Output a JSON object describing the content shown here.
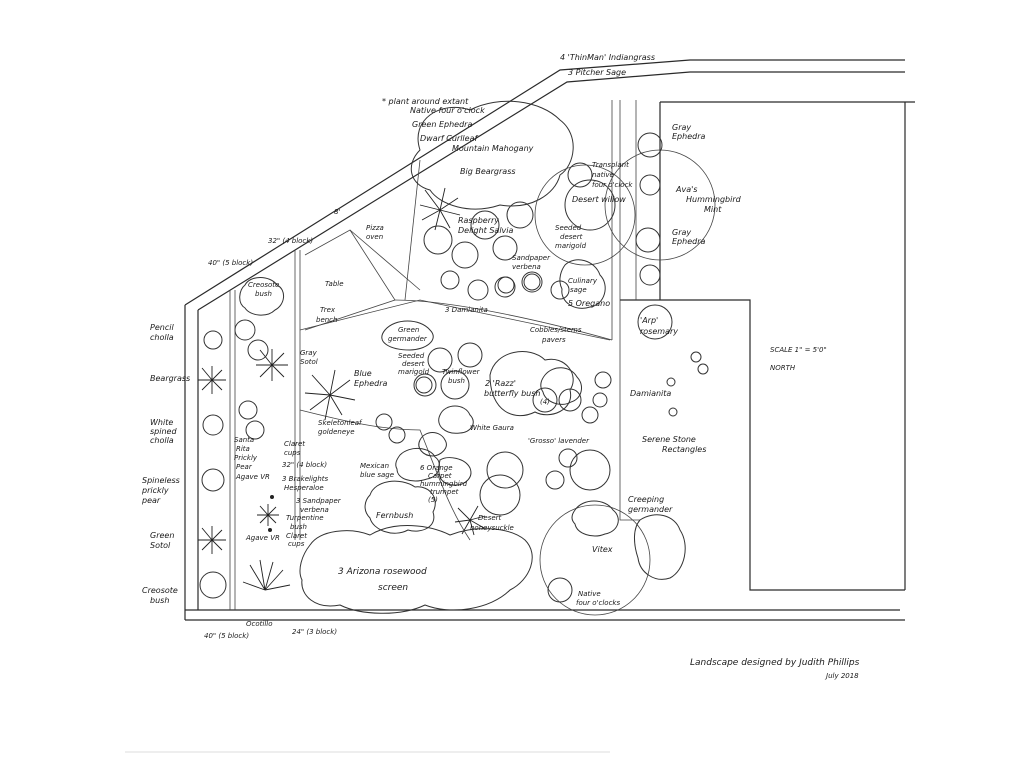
{
  "labels": {
    "thinman": "4 'ThinMan' Indiangrass",
    "pitcher": "3 Pitcher Sage",
    "plant_around": "* plant around extant",
    "native_four": "Native four o'clock",
    "green_ephedra": "Green Ephedra",
    "dwarf_curlleaf": "Dwarf Curlleaf",
    "mountain_mahogany": "Mountain Mahogany",
    "big_beargrass": "Big Beargrass",
    "transplant": "Transplant",
    "native_four_2": "native",
    "native_four_3": "four o'clock",
    "desert_willow": "Desert willow",
    "raspberry": "Raspberry",
    "delight_salvia": "Delight Salvia",
    "seeded_marigold_1": "Seeded",
    "seeded_marigold_2": "desert",
    "seeded_marigold_3": "marigold",
    "sandpaper_verbena_1": "Sandpaper",
    "sandpaper_verbena_2": "verbena",
    "culinary_sage_1": "Culinary",
    "culinary_sage_2": "sage",
    "oregano": "5 Oregano",
    "gray_ephedra_1": "Gray",
    "gray_ephedra_2": "Ephedra",
    "avas_1": "Ava's",
    "avas_2": "Hummingbird",
    "avas_3": "Mint",
    "gray_ephedra_3": "Gray",
    "gray_ephedra_4": "Ephedra",
    "pizza_oven_1": "Pizza",
    "pizza_oven_2": "oven",
    "dim_8": "8'",
    "dim_32": "32\" (4 block)",
    "dim_40_top": "40\" (5 block)",
    "creosote_1": "Creosote",
    "creosote_2": "bush",
    "table": "Table",
    "trex_1": "Trex",
    "trex_2": "bench",
    "damianita_top": "3 Damianita",
    "cobbles": "Cobbles/stems",
    "pavers": "pavers",
    "arp_1": "'Arp'",
    "arp_2": "rosemary",
    "green_germander_1": "Green",
    "green_germander_2": "germander",
    "pencil_1": "Pencil",
    "pencil_2": "cholla",
    "gray_sotol_1": "Gray",
    "gray_sotol_2": "Sotol",
    "seeded_desert_1": "Seeded",
    "seeded_desert_2": "desert",
    "seeded_desert_3": "marigold",
    "twinflower_1": "Twinflower",
    "twinflower_2": "bush",
    "razz_1": "2 'Razz'",
    "razz_2": "butterfly bush",
    "beargrass": "Beargrass",
    "blue_ephedra_1": "Blue",
    "blue_ephedra_2": "Ephedra",
    "damianita": "Damianita",
    "scale": "SCALE   1\" = 5'0\"",
    "north": "NORTH",
    "white_spined_1": "White",
    "white_spined_2": "spined",
    "white_spined_3": "cholla",
    "skeleton_1": "Skeletonleaf",
    "skeleton_2": "goldeneye",
    "white_gaura": "White Gaura",
    "santa_rita_1": "Santa",
    "santa_rita_2": "Rita",
    "santa_rita_3": "Prickly",
    "santa_rita_4": "Pear",
    "claret_1": "Claret",
    "claret_2": "cups",
    "grosso": "'Grosso' lavender",
    "serene_1": "Serene Stone",
    "serene_2": "Rectangles",
    "agave_vr": "Agave VR",
    "dim_32_mid": "32\" (4 block)",
    "brakelights_1": "3 Brakelights",
    "brakelights_2": "Hesperaloe",
    "mexican_1": "Mexican",
    "mexican_2": "blue sage",
    "orange_1": "6 Orange",
    "orange_2": "Carpet",
    "orange_3": "hummingbird",
    "orange_4": "trumpet",
    "orange_5": "(5)",
    "spineless_1": "Spineless",
    "spineless_2": "prickly",
    "spineless_3": "pear",
    "sandpaper_bottom_1": "3 Sandpaper",
    "sandpaper_bottom_2": "verbena",
    "fernbush": "Fernbush",
    "turpentine_1": "Turpentine",
    "turpentine_2": "bush",
    "claret_3": "Claret",
    "claret_4": "cups",
    "creeping_1": "Creeping",
    "creeping_2": "germander",
    "desert_honey_1": "Desert",
    "desert_honey_2": "honeysuckle",
    "green_sotol_1": "Green",
    "green_sotol_2": "Sotol",
    "agave_vr_2": "Agave VR",
    "vitex": "Vitex",
    "arizona_1": "3 Arizona rosewood",
    "arizona_2": "screen",
    "native_four_bottom_1": "Native",
    "native_four_bottom_2": "four o'clocks",
    "creosote_bot_1": "Creosote",
    "creosote_bot_2": "bush",
    "ocotillo": "Ocotillo",
    "dim_40_bot": "40\" (5 block)",
    "dim_24": "24\" (3 block)",
    "count_4": "(4)",
    "credit_1": "Landscape designed by Judith Phillips",
    "credit_2": "July 2018"
  }
}
